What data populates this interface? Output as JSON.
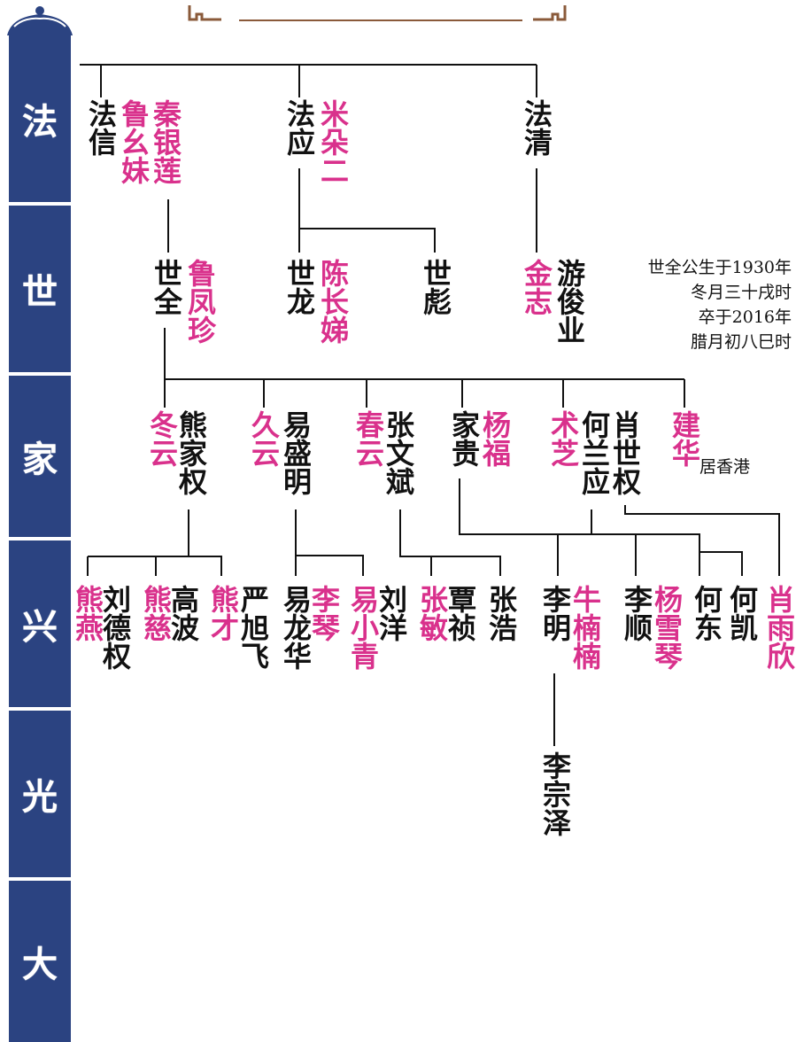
{
  "generations": [
    "法",
    "世",
    "家",
    "兴",
    "光",
    "大"
  ],
  "people": {
    "faxin": "法信",
    "lu_youmei": "鲁幺妹",
    "qin_yinlian": "秦银莲",
    "faying": "法应",
    "mi_duoer": "米朵二",
    "faqing": "法清",
    "shiquan": "世全",
    "lu_fengzhen": "鲁凤珍",
    "shilong": "世龙",
    "chen_changdi": "陈长娣",
    "shibiao": "世彪",
    "jinzhi": "金志",
    "you_junye": "游俊业",
    "dongyun": "冬云",
    "xiong_jiaquan": "熊家权",
    "jiuyun": "久云",
    "yi_shengming": "易盛明",
    "chunyun": "春云",
    "zhang_wenbin": "张文斌",
    "jiagui": "家贵",
    "yang_fu": "杨福",
    "shuzhi": "术芝",
    "he_lanying": "何兰应",
    "xiao_shiquan": "肖世权",
    "jianhua": "建华",
    "xiong_yan": "熊燕",
    "liu_dequan": "刘德权",
    "xiong_ci": "熊慈",
    "gao_bo": "高波",
    "xiong_cai": "熊才",
    "yan_xufei": "严旭飞",
    "yi_longhua": "易龙华",
    "li_qin": "李琴",
    "yi_xiaoqing": "易小青",
    "liu_yang": "刘洋",
    "zhang_min": "张敏",
    "tan_zhen": "覃祯",
    "zhang_hao": "张浩",
    "li_ming": "李明",
    "niu_nannan": "牛楠楠",
    "li_shun": "李顺",
    "yang_xueqin": "杨雪琴",
    "he_dong": "何东",
    "he_kai": "何凯",
    "xiao_yuxin": "肖雨欣",
    "li_zongze": "李宗泽"
  },
  "notes": {
    "shiquan_line1": "世全公生于1930年",
    "shiquan_line2": "冬月三十戌时",
    "shiquan_line3": "卒于2016年",
    "shiquan_line4": "腊月初八巳时",
    "jianhua_note": "居香港"
  },
  "colors": {
    "male": "#111111",
    "female": "#d9318c",
    "sidebar": "#2b4381",
    "ornament": "#8a5a3a"
  }
}
